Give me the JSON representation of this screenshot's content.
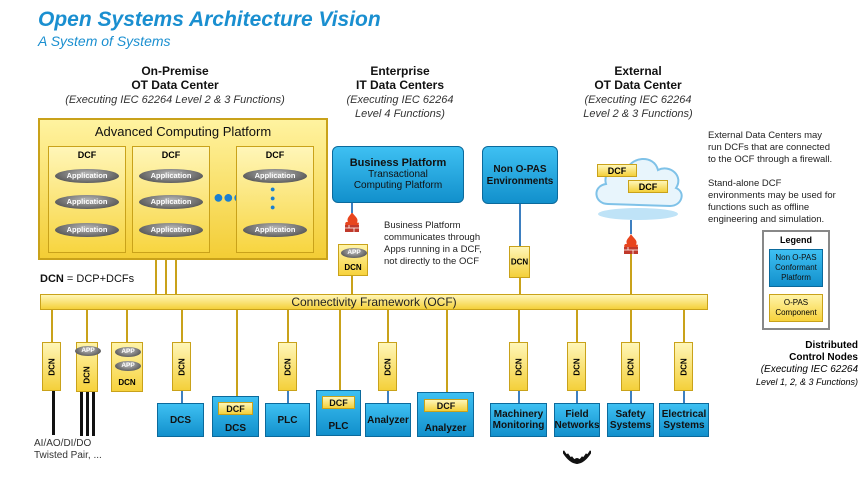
{
  "title": "Open Systems Architecture Vision",
  "subtitle": "A System of Systems",
  "onprem": {
    "title1": "On-Premise",
    "title2": "OT Data Center",
    "sub": "(Executing IEC 62264 Level 2 & 3 Functions)"
  },
  "enterprise": {
    "title1": "Enterprise",
    "title2": "IT Data Centers",
    "sub1": "(Executing IEC 62264",
    "sub2": "Level 4 Functions)"
  },
  "external": {
    "title1": "External",
    "title2": "OT Data Center",
    "sub1": "(Executing IEC 62264",
    "sub2": "Level 2 & 3 Functions)"
  },
  "acp": {
    "title": "Advanced Computing Platform",
    "dcf": "DCF",
    "app": "Application"
  },
  "business": {
    "title": "Business Platform",
    "sub1": "Transactional",
    "sub2": "Computing Platform"
  },
  "nonopas": {
    "line1": "Non O-PAS",
    "line2": "Environments"
  },
  "business_note": [
    "Business Platform",
    "communicates through",
    "Apps running in a DCF,",
    "not directly to the OCF"
  ],
  "ext_note1": [
    "External Data Centers may",
    "run DCFs that are connected",
    "to the OCF through a firewall."
  ],
  "ext_note2": [
    "Stand-alone DCF",
    "environments may be used for",
    "functions such as offline",
    "engineering and simulation."
  ],
  "legend": {
    "title": "Legend",
    "blue1": "Non O-PAS",
    "blue2": "Conformant",
    "blue3": "Platform",
    "yellow1": "O-PAS",
    "yellow2": "Component"
  },
  "dcn_def_strong": "DCN",
  "dcn_def_rest": " = DCP+DCFs",
  "ocf": "Connectivity Framework (OCF)",
  "dcn": "DCN",
  "app": "APP",
  "dcf": "DCF",
  "cloud_dcf": "DCF",
  "distributed": {
    "line1": "Distributed",
    "line2": "Control Nodes",
    "line3": "(Executing IEC 62264",
    "line4": "Level 1, 2, & 3 Functions)"
  },
  "io": {
    "line1": "AI/AO/DI/DO",
    "line2": "Twisted Pair, ..."
  },
  "devices": {
    "dcs1": "DCS",
    "dcs2": "DCS",
    "plc1": "PLC",
    "plc2": "PLC",
    "analyzer1": "Analyzer",
    "analyzer2": "Analyzer",
    "machinery1": "Machinery",
    "machinery2": "Monitoring",
    "field1": "Field",
    "field2": "Networks",
    "safety1": "Safety",
    "safety2": "Systems",
    "electrical1": "Electrical",
    "electrical2": "Systems"
  },
  "colors": {
    "accent": "#1a8fd0",
    "platform_blue": "#1aa3e0",
    "component_yellow": "#f4d03a"
  }
}
